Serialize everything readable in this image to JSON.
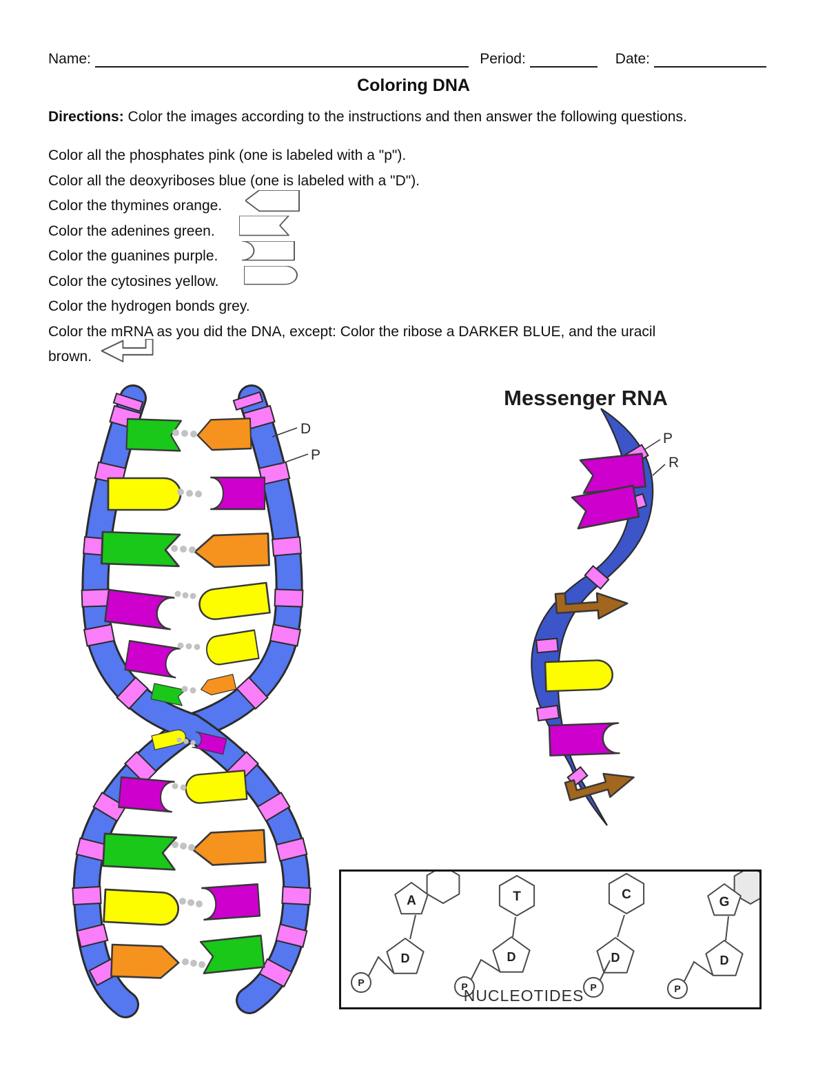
{
  "page": {
    "header": {
      "name_label": "Name:",
      "period_label": "Period:",
      "date_label": "Date:"
    },
    "title": "Coloring DNA",
    "directions": {
      "label": "Directions:",
      "text": " Color the images according to the instructions and then answer the following questions."
    },
    "instructions": [
      {
        "text": "Color all the phosphates pink (one is labeled with a \"p\")."
      },
      {
        "text": "Color all the deoxyriboses blue (one is labeled with a \"D\")."
      },
      {
        "text": "Color the thymines orange."
      },
      {
        "text": "Color the adenines green."
      },
      {
        "text": "Color the guanines purple."
      },
      {
        "text": "Color the cytosines yellow."
      },
      {
        "text": "Color the hydrogen bonds grey."
      },
      {
        "text": "Color the mRNA as you did the DNA, except:  Color the ribose a DARKER BLUE, and the uracil"
      },
      {
        "text": "brown."
      }
    ],
    "dna": {
      "d_label": "D",
      "p_label": "P"
    },
    "mrna": {
      "title": "Messenger RNA",
      "p_label": "P",
      "r_label": "R"
    },
    "nucleotides": {
      "caption": "NUCLEOTIDES",
      "base_a": "A",
      "base_t": "T",
      "base_c": "C",
      "base_g": "G",
      "sugar_label": "D",
      "phosphate_label": "P"
    },
    "colors": {
      "phosphate_pink": "#fa7dfa",
      "deoxyribose_blue": "#5577ef",
      "ribose_dark_blue": "#3c55c8",
      "thymine_orange": "#f6921e",
      "adenine_green": "#19c819",
      "guanine_purple": "#cd00cd",
      "cytosine_yellow": "#fdfd00",
      "uracil_brown": "#a2661e",
      "hydrogen_bond_grey": "#c2c2c2"
    }
  }
}
